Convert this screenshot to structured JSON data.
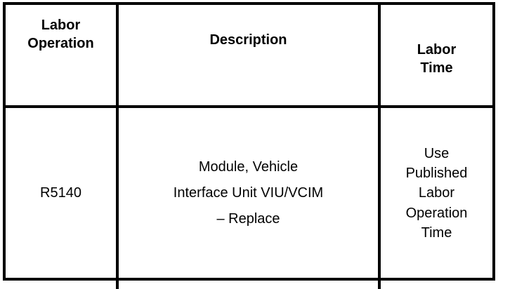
{
  "table": {
    "columns": [
      {
        "id": "labor-operation",
        "header_lines": [
          "Labor",
          "Operation"
        ]
      },
      {
        "id": "description",
        "header_lines": [
          "Description"
        ]
      },
      {
        "id": "labor-time",
        "header_lines": [
          "Labor",
          "Time"
        ]
      }
    ],
    "rows": [
      {
        "labor_operation": "R5140",
        "description_lines": [
          "Module, Vehicle",
          "Interface Unit VIU/VCIM",
          "– Replace"
        ],
        "labor_time_lines": [
          "Use",
          "Published",
          "Labor",
          "Operation",
          "Time"
        ]
      }
    ]
  },
  "header": {
    "labor_operation_line1": "Labor",
    "labor_operation_line2": "Operation",
    "description": "Description",
    "labor_time_line1": "Labor",
    "labor_time_line2": "Time"
  },
  "row1": {
    "labor_operation": "R5140",
    "description_line1": "Module, Vehicle",
    "description_line2": "Interface Unit VIU/VCIM",
    "description_line3": "– Replace",
    "labor_time_line1": "Use",
    "labor_time_line2": "Published",
    "labor_time_line3": "Labor",
    "labor_time_line4": "Operation",
    "labor_time_line5": "Time"
  },
  "colors": {
    "border": "#000000",
    "text": "#000000",
    "background": "#ffffff"
  }
}
